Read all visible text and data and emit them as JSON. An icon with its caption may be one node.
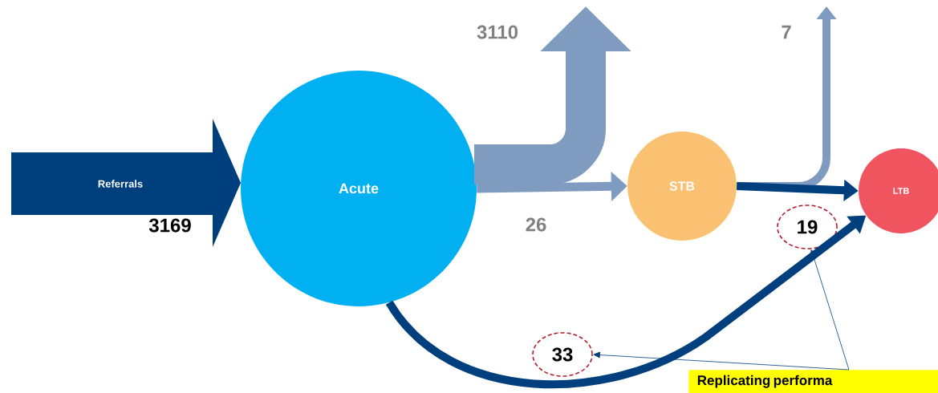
{
  "diagram": {
    "nodes": [
      {
        "text": [
          "Referrals"
        ],
        "beside": [
          "3169"
        ]
      },
      {
        "text": [
          "Acute"
        ]
      },
      {
        "text": [
          "STB"
        ]
      },
      {
        "text": [
          "LTB"
        ]
      },
      {
        "text": [
          "19"
        ]
      },
      {
        "text": [
          "33"
        ]
      },
      {
        "text": [
          "Replicating performa"
        ]
      }
    ],
    "edges": [
      {
        "from": 1,
        "to": null,
        "arrow": "to",
        "label": "3110",
        "style": "thick",
        "color": "#7f9cc0"
      },
      {
        "from": 1,
        "to": 2,
        "arrow": "to",
        "label": "26",
        "color": "#7f9cc0"
      },
      {
        "from": 2,
        "to": null,
        "arrow": "to",
        "label": "7",
        "color": "#7f9cc0"
      },
      {
        "from": 2,
        "to": 3,
        "arrow": "to"
      },
      {
        "from": 1,
        "to": 3,
        "arrow": "to"
      },
      {
        "from": 6,
        "to": 5,
        "arrow": "to"
      },
      {
        "from": 6,
        "to": 4,
        "arrow": "to"
      }
    ]
  }
}
